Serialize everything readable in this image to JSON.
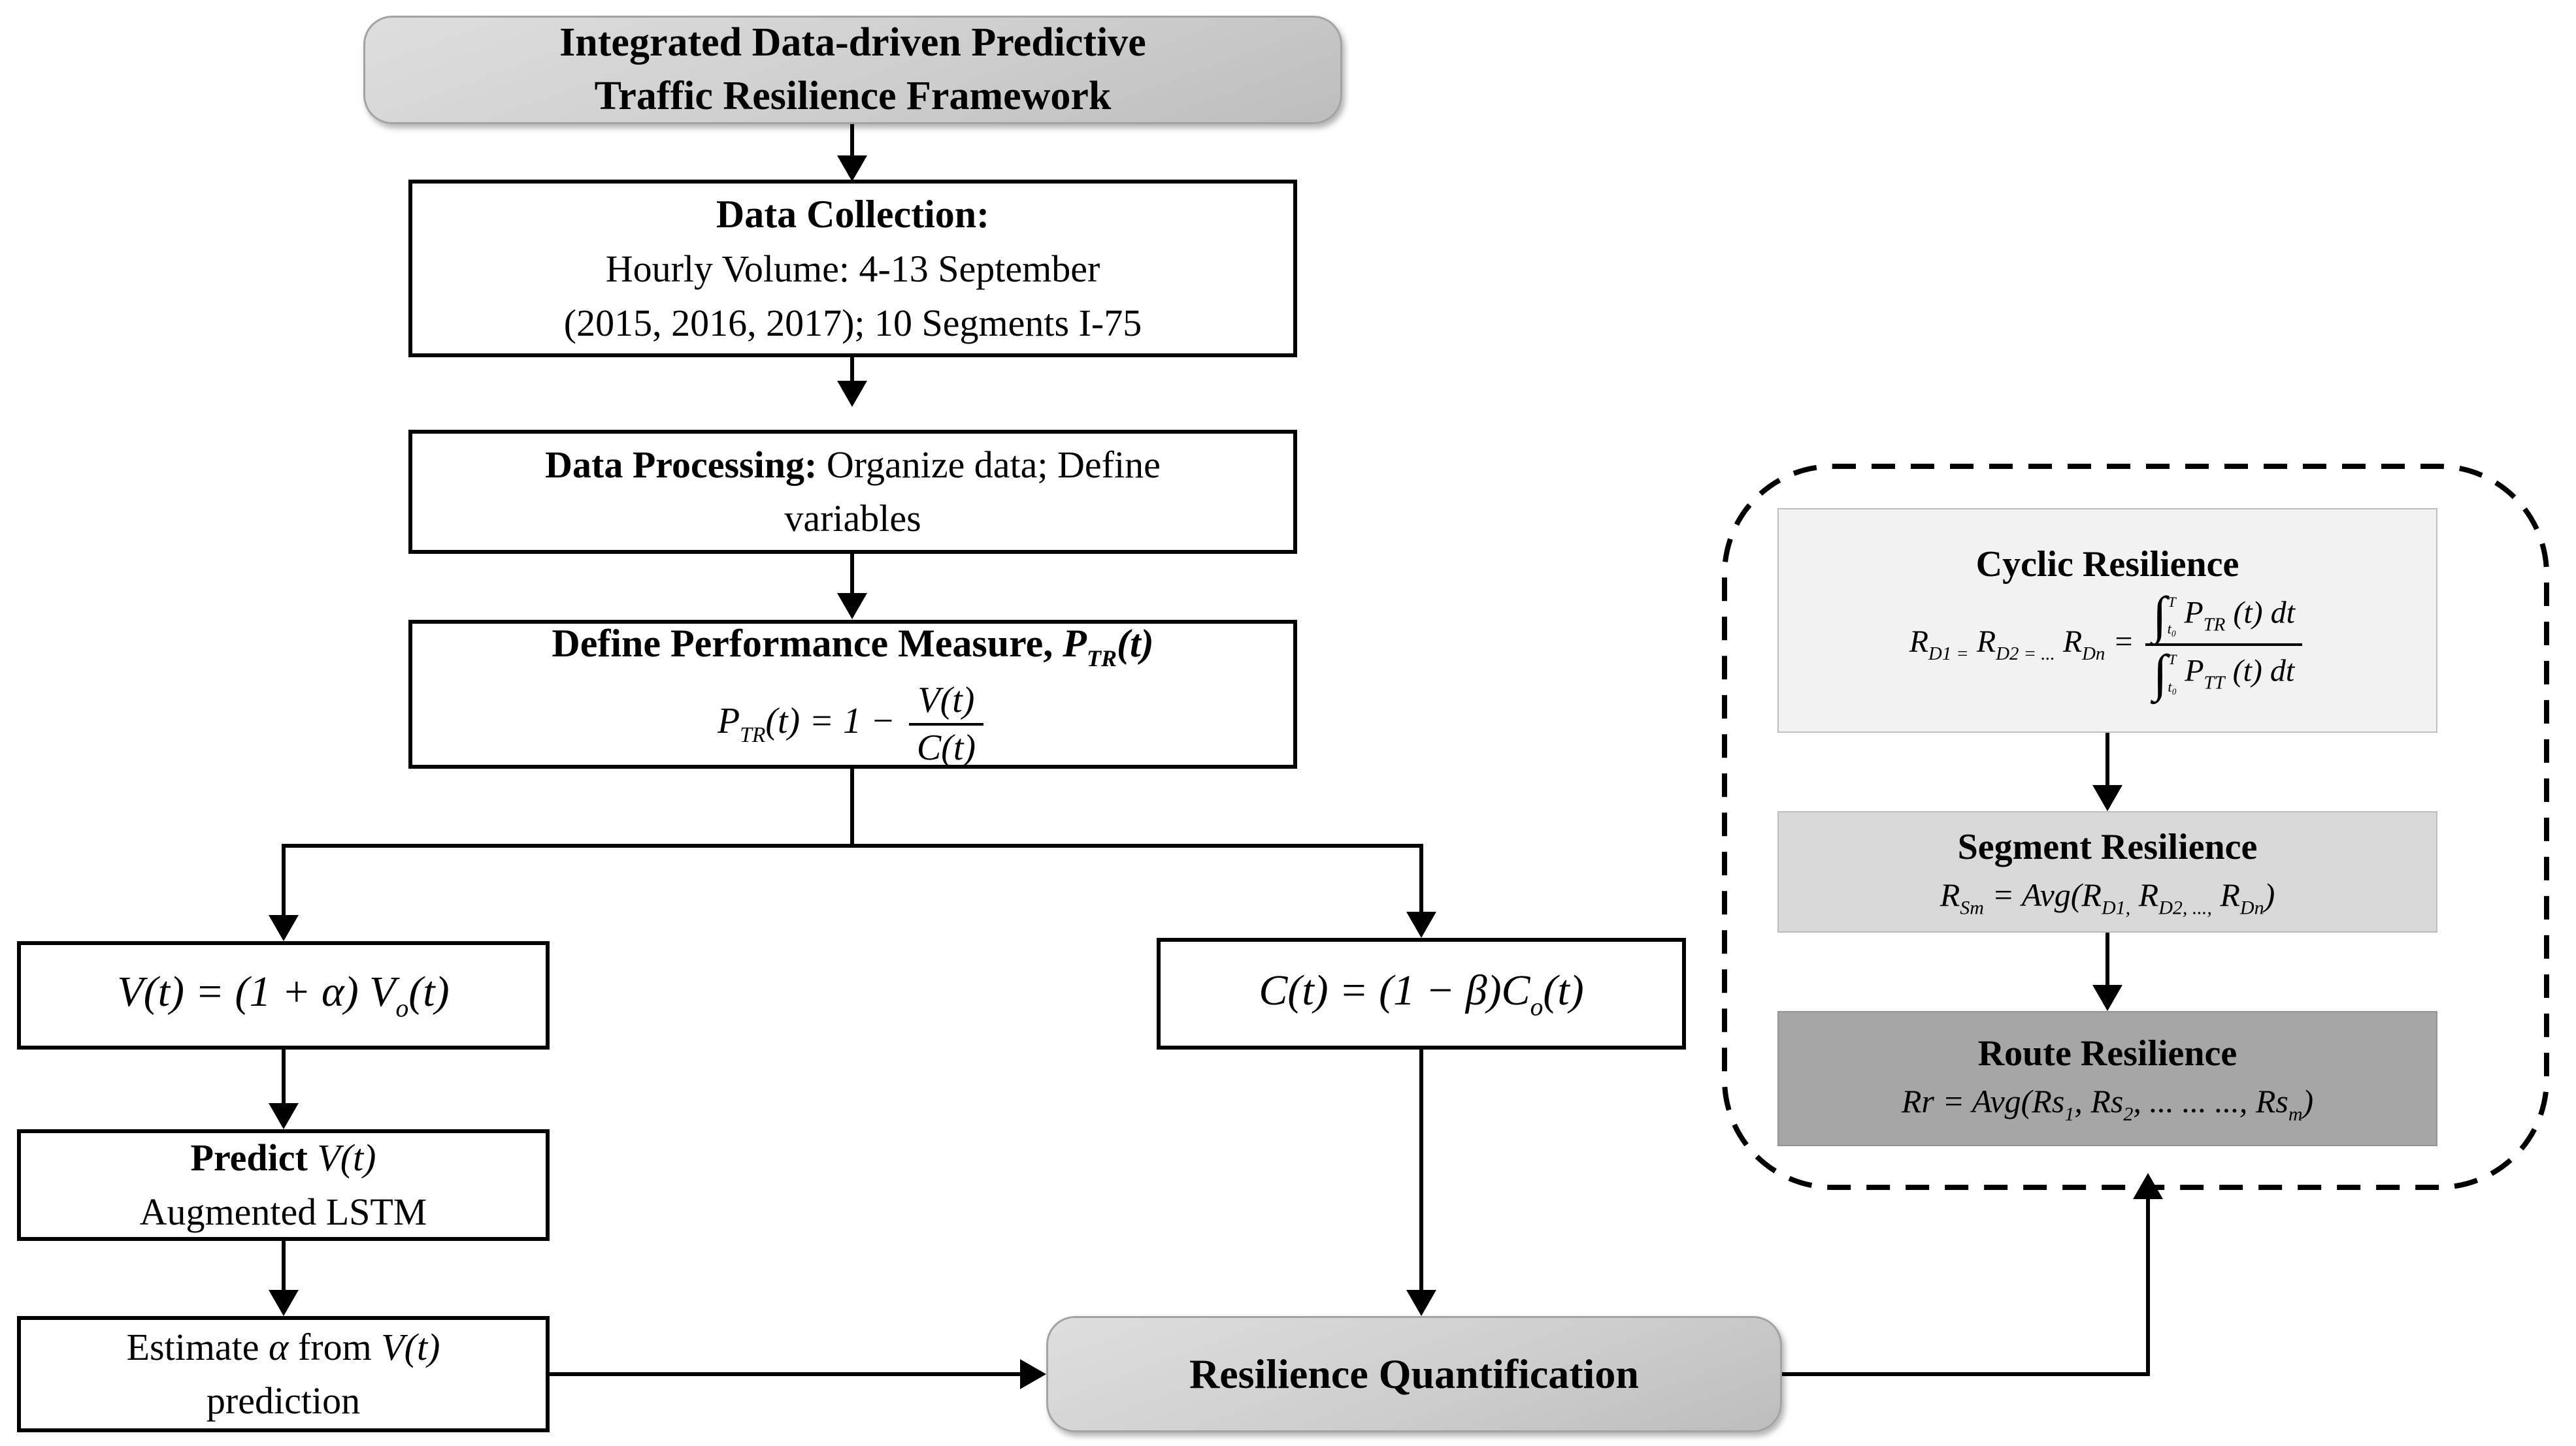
{
  "framework": {
    "line1": "Integrated Data-driven Predictive",
    "line2": "Traffic Resilience Framework"
  },
  "data_collection": {
    "title": "Data Collection:",
    "line1": "Hourly Volume: 4-13 September",
    "line2": "(2015, 2016, 2017); 10 Segments I-75"
  },
  "data_processing": {
    "line1": [
      [
        "b",
        "Data Processing:"
      ],
      [
        "r",
        " Organize data; Define"
      ]
    ],
    "line2": "variables"
  },
  "performance": {
    "title": [
      [
        "b",
        "Define Performance Measure, "
      ],
      [
        "bi",
        "P"
      ],
      [
        "sb",
        "TR"
      ],
      [
        "bi",
        "(t)"
      ]
    ],
    "formula": [
      [
        "t",
        "P"
      ],
      [
        "s",
        "TR"
      ],
      [
        "t",
        "(t) = 1 − "
      ],
      [
        "frac",
        [
          [
            "t",
            "V(t)"
          ]
        ],
        [
          [
            "t",
            "C(t)"
          ]
        ]
      ]
    ]
  },
  "volume_eq": {
    "formula": [
      [
        "t",
        "V(t) = (1 + α) V"
      ],
      [
        "s",
        "o"
      ],
      [
        "t",
        "(t)"
      ]
    ]
  },
  "capacity_eq": {
    "formula": [
      [
        "t",
        "C(t) = (1 − β)C"
      ],
      [
        "s",
        "o"
      ],
      [
        "t",
        "(t)"
      ]
    ]
  },
  "predict": {
    "line1": [
      [
        "b",
        "Predict "
      ],
      [
        "t",
        "V(t)"
      ]
    ],
    "line2": "Augmented LSTM"
  },
  "estimate": {
    "line1": [
      [
        "r",
        "Estimate "
      ],
      [
        "t",
        "α"
      ],
      [
        "r",
        " from "
      ],
      [
        "t",
        "V(t)"
      ]
    ],
    "line2": "prediction"
  },
  "quantification": {
    "label": "Resilience Quantification"
  },
  "cyclic": {
    "title": "Cyclic Resilience",
    "formula": [
      [
        "t",
        "R"
      ],
      [
        "s",
        "D1 ="
      ],
      [
        "t",
        " R"
      ],
      [
        "s",
        "D2 = ..."
      ],
      [
        "t",
        " R"
      ],
      [
        "s",
        "Dn"
      ],
      [
        "t",
        " = "
      ],
      [
        "frac",
        [
          [
            "lim",
            "T",
            "t₀"
          ],
          [
            "t",
            " P"
          ],
          [
            "s",
            "TR"
          ],
          [
            "t",
            " (t) dt"
          ]
        ],
        [
          [
            "lim",
            "T",
            "t₀"
          ],
          [
            "t",
            " P"
          ],
          [
            "s",
            "TT"
          ],
          [
            "t",
            " (t) dt"
          ]
        ]
      ]
    ]
  },
  "segment": {
    "title": "Segment Resilience",
    "formula": [
      [
        "t",
        "R"
      ],
      [
        "s",
        "Sm"
      ],
      [
        "t",
        " = Avg(R"
      ],
      [
        "s",
        "D1,"
      ],
      [
        "t",
        " R"
      ],
      [
        "s",
        "D2, ...,"
      ],
      [
        "t",
        " R"
      ],
      [
        "s",
        "Dn"
      ],
      [
        "t",
        ")"
      ]
    ]
  },
  "route": {
    "title": "Route Resilience",
    "formula": [
      [
        "t",
        "Rr = Avg(Rs"
      ],
      [
        "s",
        "1"
      ],
      [
        "t",
        ", Rs"
      ],
      [
        "s",
        "2"
      ],
      [
        "t",
        ", ... ... ..., Rs"
      ],
      [
        "s",
        "m"
      ],
      [
        "t",
        ")"
      ]
    ]
  },
  "colors": {
    "box_fill_light": "#f2f2f2",
    "box_fill_mid": "#d9d9d9",
    "box_fill_dark": "#a6a6a6",
    "gradient_gray": "#cecece",
    "line_black": "#000000"
  }
}
